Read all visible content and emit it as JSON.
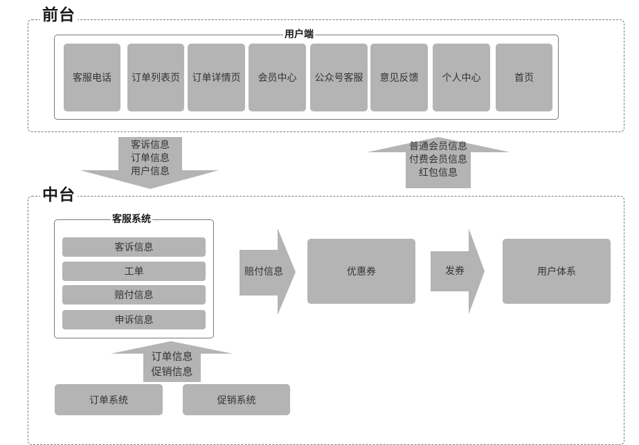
{
  "front": {
    "title": "前台",
    "user_end": {
      "label": "用户端",
      "tiles": [
        "客服电话",
        "订单列表页",
        "订单详情页",
        "会员中心",
        "公众号客服",
        "意见反馈",
        "个人中心",
        "首页"
      ]
    }
  },
  "flows": {
    "down": [
      "客诉信息",
      "订单信息",
      "用户信息"
    ],
    "up": [
      "普通会员信息",
      "付费会员信息",
      "红包信息"
    ]
  },
  "middle": {
    "title": "中台",
    "cs_system": {
      "label": "客服系统",
      "items": [
        "客诉信息",
        "工单",
        "赔付信息",
        "申诉信息"
      ]
    },
    "arrow_compensation": "赔付信息",
    "coupon": "优惠券",
    "arrow_issue": "发券",
    "user_system": "用户体系",
    "bottom_arrow": [
      "订单信息",
      "促销信息"
    ],
    "order_system": "订单系统",
    "promo_system": "促销系统"
  },
  "colors": {
    "block_fill": "#b4b4b4",
    "border": "#777777",
    "text": "#333333"
  }
}
